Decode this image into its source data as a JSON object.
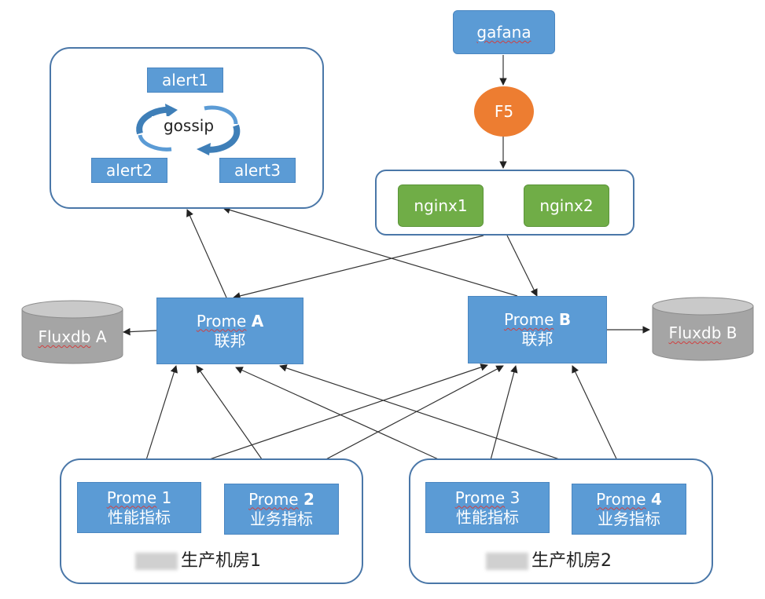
{
  "alert_cluster": {
    "alert1": "alert1",
    "alert2": "alert2",
    "alert3": "alert3",
    "gossip": "gossip"
  },
  "grafana": "gafana",
  "f5": "F5",
  "nginx": {
    "nginx1": "nginx1",
    "nginx2": "nginx2"
  },
  "prome_a": {
    "name": "Prome",
    "id": "A",
    "sub": "联邦"
  },
  "prome_b": {
    "name": "Prome",
    "id": "B",
    "sub": "联邦"
  },
  "fluxdb_a": {
    "name": "Fluxdb",
    "id": "A"
  },
  "fluxdb_b": {
    "name": "Fluxdb",
    "id": "B"
  },
  "prome_1": {
    "name": "Prome",
    "id": "1",
    "sub": "性能指标"
  },
  "prome_2": {
    "name": "Prome",
    "id": "2",
    "sub": "业务指标"
  },
  "prome_3": {
    "name": "Prome",
    "id": "3",
    "sub": "性能指标"
  },
  "prome_4": {
    "name": "Prome",
    "id": "4",
    "sub": "业务指标"
  },
  "room1": "生产机房1",
  "room2": "生产机房2",
  "colors": {
    "node_blue": "#5b9bd5",
    "node_green": "#70ad47",
    "f5_orange": "#ed7d31",
    "db_gray": "#a5a5a5",
    "group_border": "#4a77a8"
  }
}
